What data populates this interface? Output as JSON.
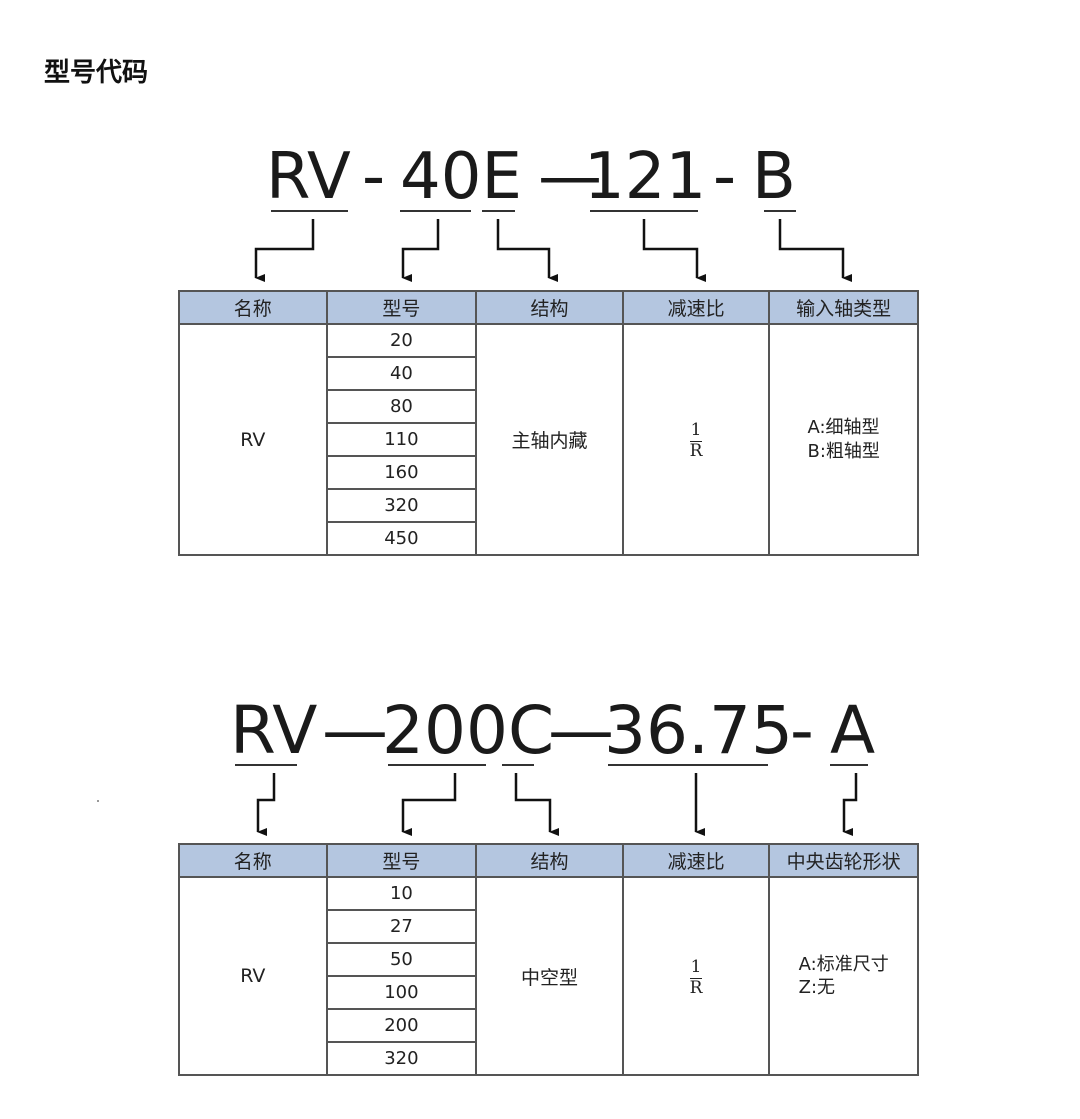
{
  "title": "型号代码",
  "codes": [
    {
      "parts": [
        "RV",
        "-",
        "40E",
        "—",
        "121",
        "-",
        "B"
      ],
      "table": {
        "headers": [
          "名称",
          "型号",
          "结构",
          "减速比",
          "输入轴类型"
        ],
        "name": "RV",
        "models": [
          "20",
          "40",
          "80",
          "110",
          "160",
          "320",
          "450"
        ],
        "structure": "主轴内藏",
        "ratio": {
          "numerator": "1",
          "denominator": "R"
        },
        "options": [
          "A:细轴型",
          "B:粗轴型"
        ]
      }
    },
    {
      "parts": [
        "RV",
        "—",
        "200C",
        "—",
        "36.75",
        "-",
        "A"
      ],
      "table": {
        "headers": [
          "名称",
          "型号",
          "结构",
          "减速比",
          "中央齿轮形状"
        ],
        "name": "RV",
        "models": [
          "10",
          "27",
          "50",
          "100",
          "200",
          "320"
        ],
        "structure": "中空型",
        "ratio": {
          "numerator": "1",
          "denominator": "R"
        },
        "options": [
          "A:标准尺寸",
          "Z:无"
        ]
      }
    }
  ]
}
